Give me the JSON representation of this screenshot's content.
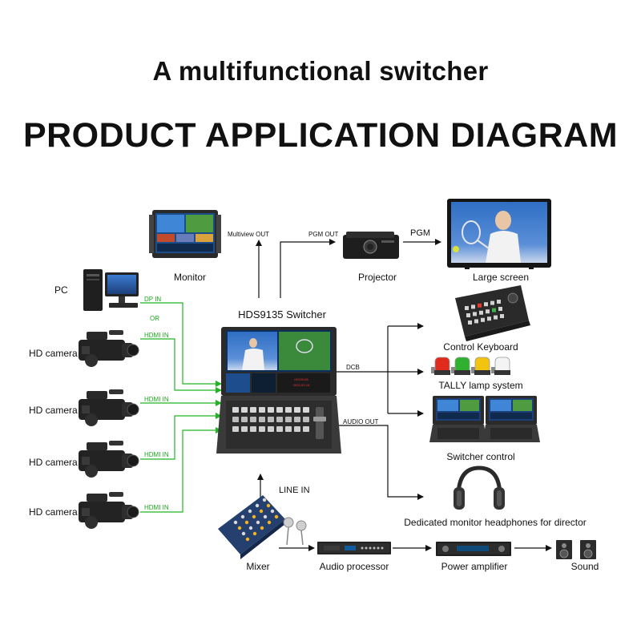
{
  "titles": {
    "subtitle": "A multifunctional switcher",
    "main": "PRODUCT APPLICATION DIAGRAM"
  },
  "devices": {
    "monitor": "Monitor",
    "projector": "Projector",
    "large_screen": "Large screen",
    "pc": "PC",
    "camera1": "HD camera",
    "camera2": "HD camera",
    "camera3": "HD camera",
    "camera4": "HD camera",
    "switcher": "HDS9135 Switcher",
    "control_keyboard": "Control Keyboard",
    "tally": "TALLY lamp system",
    "switcher_control": "Switcher control",
    "headphones": "Dedicated monitor headphones for director",
    "mixer": "Mixer",
    "audio_processor": "Audio processor",
    "power_amplifier": "Power amplifier",
    "sound": "Sound"
  },
  "signals": {
    "multiview_out": "Multiview OUT",
    "pgm_out": "PGM OUT",
    "pgm": "PGM",
    "dp_in": "DP IN",
    "or": "OR",
    "hdmi_in_1": "HDMI IN",
    "hdmi_in_2": "HDMI IN",
    "hdmi_in_3": "HDMI IN",
    "hdmi_in_4": "HDMI IN",
    "dcb": "DCB",
    "audio_out": "AUDIO OUT",
    "line_in": "LINE IN"
  },
  "switcher_screen_text": {
    "line1": "HDS9135",
    "line2": "2020-03-18"
  },
  "colors": {
    "video_line": "#22b422",
    "audio_line": "#111111",
    "tally_red": "#e02a1e",
    "tally_green": "#2fb12f",
    "tally_yellow": "#f3c40f",
    "tally_white": "#f4f4f4"
  }
}
